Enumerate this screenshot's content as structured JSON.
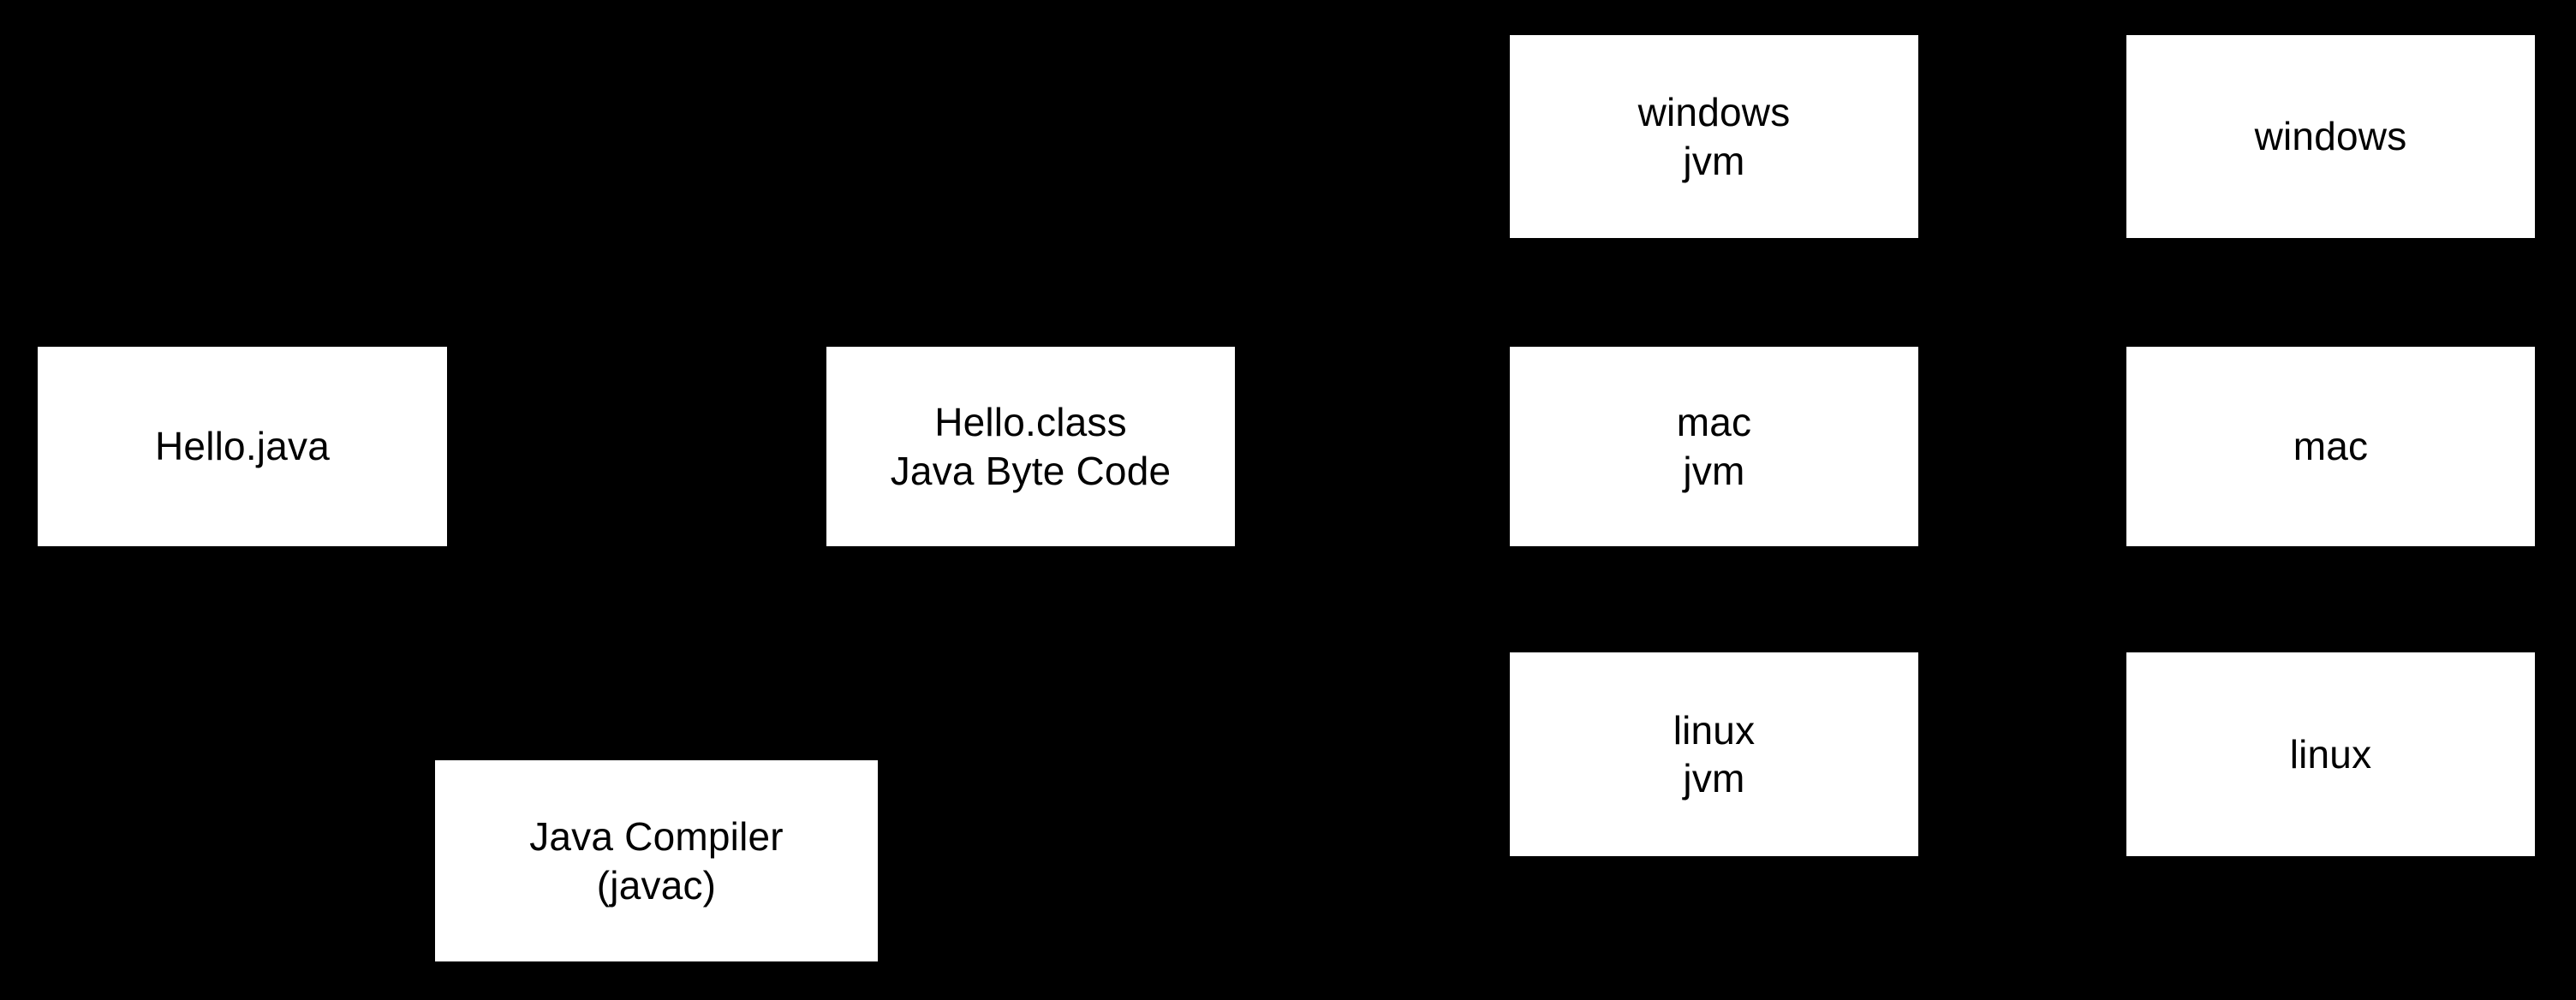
{
  "diagram": {
    "background_color": "#000000",
    "node_fill_color": "#ffffff",
    "node_text_color": "#000000",
    "nodes": {
      "source": {
        "name": "hello-java",
        "lines": [
          "Hello.java"
        ]
      },
      "bytecode": {
        "name": "hello-class",
        "lines": [
          "Hello.class",
          "Java Byte Code"
        ]
      },
      "compiler": {
        "name": "java-compiler",
        "lines": [
          "Java Compiler",
          "(javac)"
        ]
      },
      "jvm_windows": {
        "name": "windows-jvm",
        "lines": [
          "windows",
          "jvm"
        ]
      },
      "jvm_mac": {
        "name": "mac-jvm",
        "lines": [
          "mac",
          "jvm"
        ]
      },
      "jvm_linux": {
        "name": "linux-jvm",
        "lines": [
          "linux",
          "jvm"
        ]
      },
      "os_windows": {
        "name": "windows-os",
        "lines": [
          "windows"
        ]
      },
      "os_mac": {
        "name": "mac-os",
        "lines": [
          "mac"
        ]
      },
      "os_linux": {
        "name": "linux-os",
        "lines": [
          "linux"
        ]
      }
    }
  }
}
